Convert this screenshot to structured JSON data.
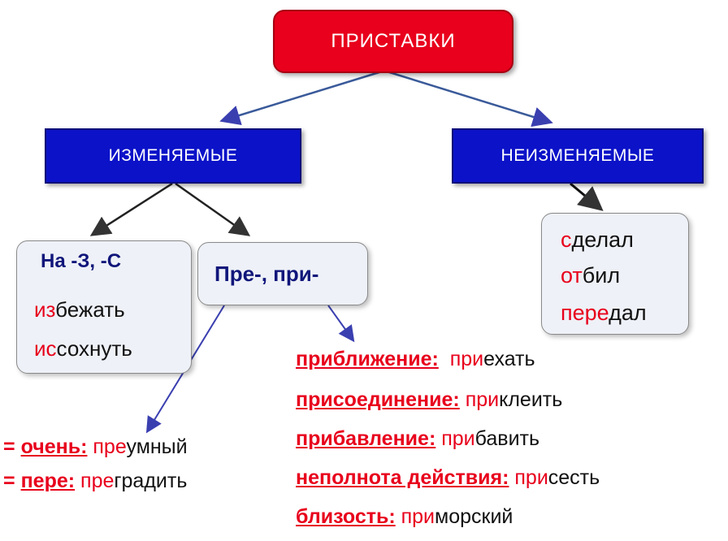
{
  "root": {
    "label": "ПРИСТАВКИ"
  },
  "left_category": {
    "label": "ИЗМЕНЯЕМЫЕ"
  },
  "right_category": {
    "label": "НЕИЗМЕНЯЕМЫЕ"
  },
  "card_zs": {
    "heading": "На -З, -С",
    "examples": [
      {
        "prefix": "из",
        "rest": "бежать"
      },
      {
        "prefix": "ис",
        "rest": "сохнуть"
      }
    ]
  },
  "card_pre_pri": {
    "heading": "Пре-, при-"
  },
  "card_unchanged": {
    "examples": [
      {
        "prefix": "с",
        "rest": "делал"
      },
      {
        "prefix": "от",
        "rest": "бил"
      },
      {
        "prefix": "пере",
        "rest": "дал"
      }
    ]
  },
  "pre_meanings": [
    {
      "mark": "=",
      "label": "очень:",
      "prefix": "пре",
      "rest": "умный"
    },
    {
      "mark": "=",
      "label": "пере:",
      "prefix": "пре",
      "rest": "градить"
    }
  ],
  "pri_meanings": [
    {
      "label": "приближение:",
      "prefix": "при",
      "rest": "ехать"
    },
    {
      "label": "присоединение:",
      "prefix": "при",
      "rest": "клеить"
    },
    {
      "label": "прибавление:",
      "prefix": "при",
      "rest": "бавить"
    },
    {
      "label": "неполнота действия:",
      "prefix": "при",
      "rest": "сесть"
    },
    {
      "label": "близость:",
      "prefix": "при",
      "rest": "морский"
    }
  ],
  "colors": {
    "root": "#e8001c",
    "category": "#0b12c8",
    "accent": "#e8001c",
    "heading": "#10167a"
  }
}
